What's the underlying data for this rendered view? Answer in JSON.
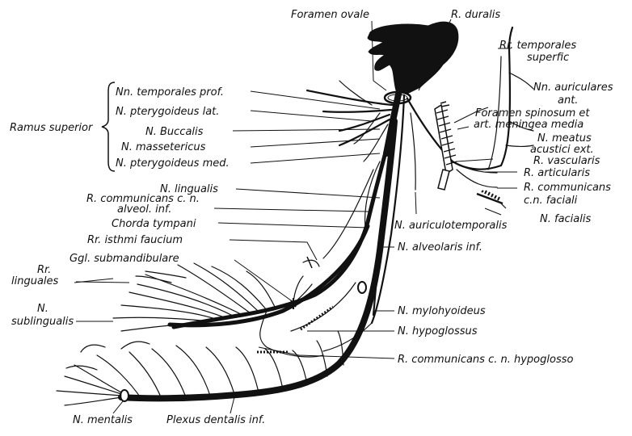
{
  "labels": {
    "foramen_ovale": "Foramen ovale",
    "r_duralis": "R. duralis",
    "rr_temporales_superfic_1": "Rr. temporales",
    "rr_temporales_superfic_2": "superfic",
    "nn_temporales_prof": "Nn. temporales prof.",
    "n_pterygoideus_lat": "N. pterygoideus lat.",
    "ramus_superior": "Ramus superior",
    "n_buccalis": "N. Buccalis",
    "n_massetericus": "N. massetericus",
    "n_pterygoideus_med": "N. pterygoideus med.",
    "nn_auriculares_1": "Nn. auriculares",
    "nn_auriculares_2": "ant.",
    "foramen_spinosum_1": "Foramen spinosum et",
    "foramen_spinosum_2": "art. meningea media",
    "n_meatus_1": "N. meatus",
    "n_meatus_2": "acustici ext.",
    "r_vascularis": "R. vascularis",
    "r_articularis": "R. articularis",
    "r_communicans_facial_1": "R. communicans",
    "r_communicans_facial_2": "c.n. faciali",
    "n_facialis": "N. facialis",
    "n_auriculotemporalis": "N. auriculotemporalis",
    "n_lingualis": "N. lingualis",
    "r_communicans_alveol_1": "R. communicans c. n.",
    "r_communicans_alveol_2": "alveol. inf.",
    "chorda_tympani": "Chorda tympani",
    "rr_isthmi_faucium": "Rr. isthmi faucium",
    "ggl_submandibulare": "Ggl. submandibulare",
    "n_alveolaris_inf": "N. alveolaris inf.",
    "rr_linguales_1": "Rr.",
    "rr_linguales_2": "linguales",
    "n_sublingualis_1": "N.",
    "n_sublingualis_2": "sublingualis",
    "n_mylohyoideus": "N. mylohyoideus",
    "n_hypoglossus": "N. hypoglossus",
    "r_communicans_hypoglosso": "R. communicans c. n. hypoglosso",
    "n_mentalis": "N. mentalis",
    "plexus_dentalis_inf": "Plexus dentalis inf."
  }
}
